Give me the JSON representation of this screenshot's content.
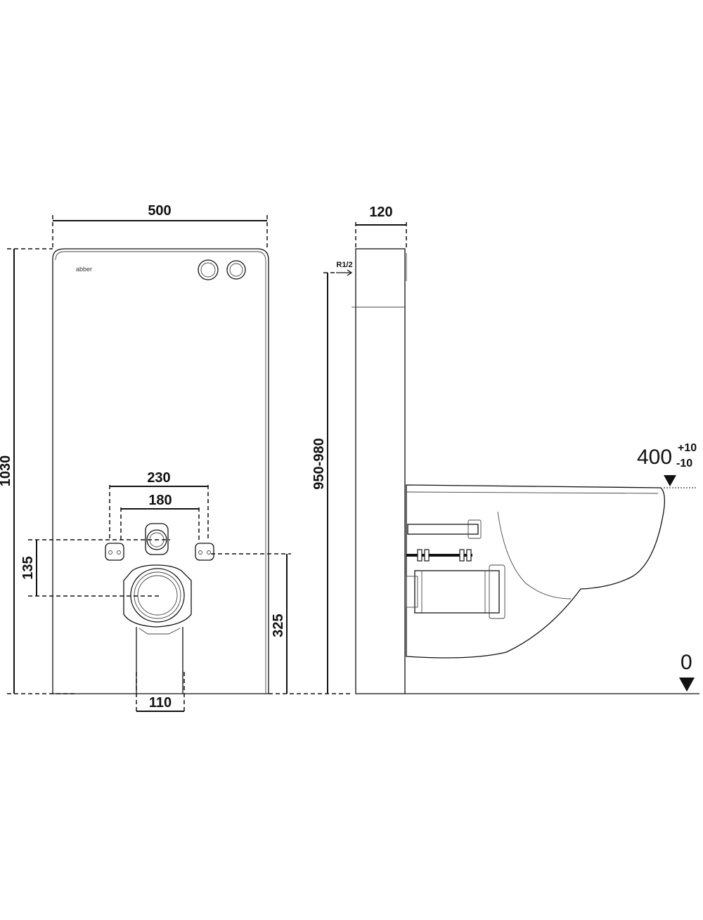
{
  "brand": "abber",
  "front_view": {
    "width": "500",
    "height": "1030",
    "fixing_outer": "230",
    "fixing_inner": "180",
    "offset_vertical": "135",
    "bolt_height": "325",
    "drain_diameter": "110"
  },
  "side_view": {
    "depth": "120",
    "water_connection": "R1/2",
    "connection_height": "950-980",
    "seat_height": "400",
    "seat_tol_plus": "+10",
    "seat_tol_minus": "-10",
    "floor_level": "0"
  }
}
